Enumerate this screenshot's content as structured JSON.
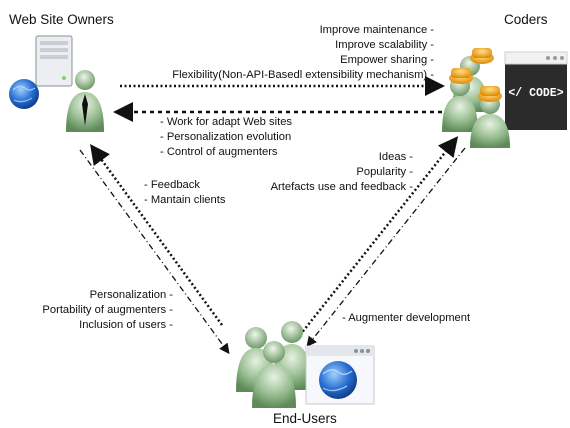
{
  "nodes": {
    "owners": {
      "label": "Web Site Owners"
    },
    "coders": {
      "label": "Coders",
      "code_badge": "</ CODE>"
    },
    "users": {
      "label": "End-Users"
    }
  },
  "flows": {
    "owners_to_coders": [
      "Improve maintenance -",
      "Improve scalability -",
      "Empower sharing -",
      "Flexibility(Non-API-Basedl extensibility mechanism) -"
    ],
    "coders_to_owners": [
      "- Work for adapt Web sites",
      "- Personalization evolution",
      "- Control of augmenters"
    ],
    "users_to_owners": [
      "- Feedback",
      "- Mantain clients"
    ],
    "users_to_coders": [
      "Ideas -",
      "Popularity -",
      "Artefacts use and feedback -"
    ],
    "owners_to_users": [
      "Personalization -",
      "Portability of augmenters -",
      "Inclusion of users -"
    ],
    "coders_to_users": [
      "- Augmenter development"
    ]
  },
  "colors": {
    "person_green": "#6f9a6a",
    "person_light": "#d8e8d3",
    "coin_orange": "#f0a31b",
    "code_bg": "#2b2b2b",
    "globe_blue": "#1f63c7"
  }
}
